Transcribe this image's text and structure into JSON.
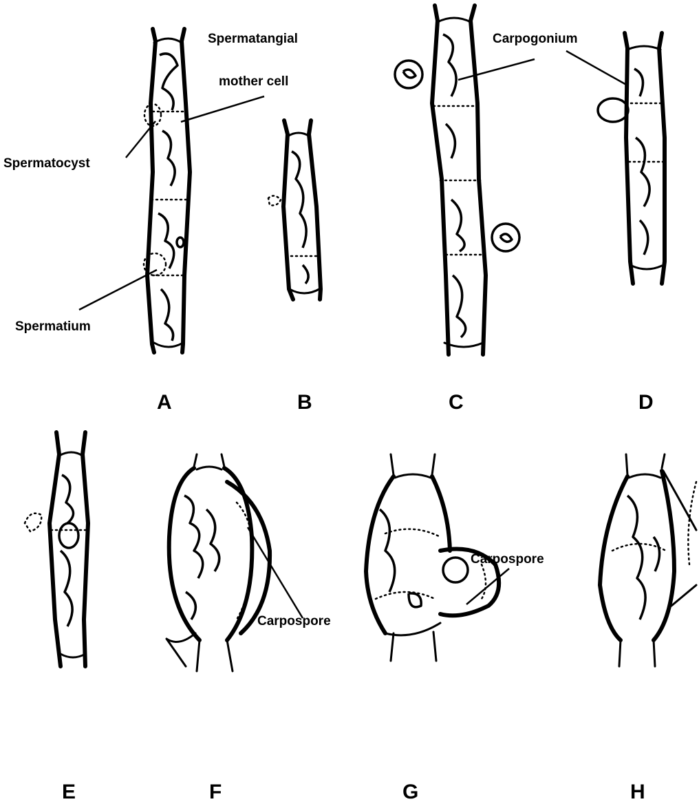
{
  "labels": {
    "spermatangial_line1": "Spermatangial",
    "spermatangial_line2": "mother cell",
    "spermatocyst": "Spermatocyst",
    "spermatium": "Spermatium",
    "carpogonium": "Carpogonium",
    "carpospore_f": "Carpospore",
    "carpospore_g": "Carpospore"
  },
  "panels": [
    "A",
    "B",
    "C",
    "D",
    "E",
    "F",
    "G",
    "H"
  ]
}
